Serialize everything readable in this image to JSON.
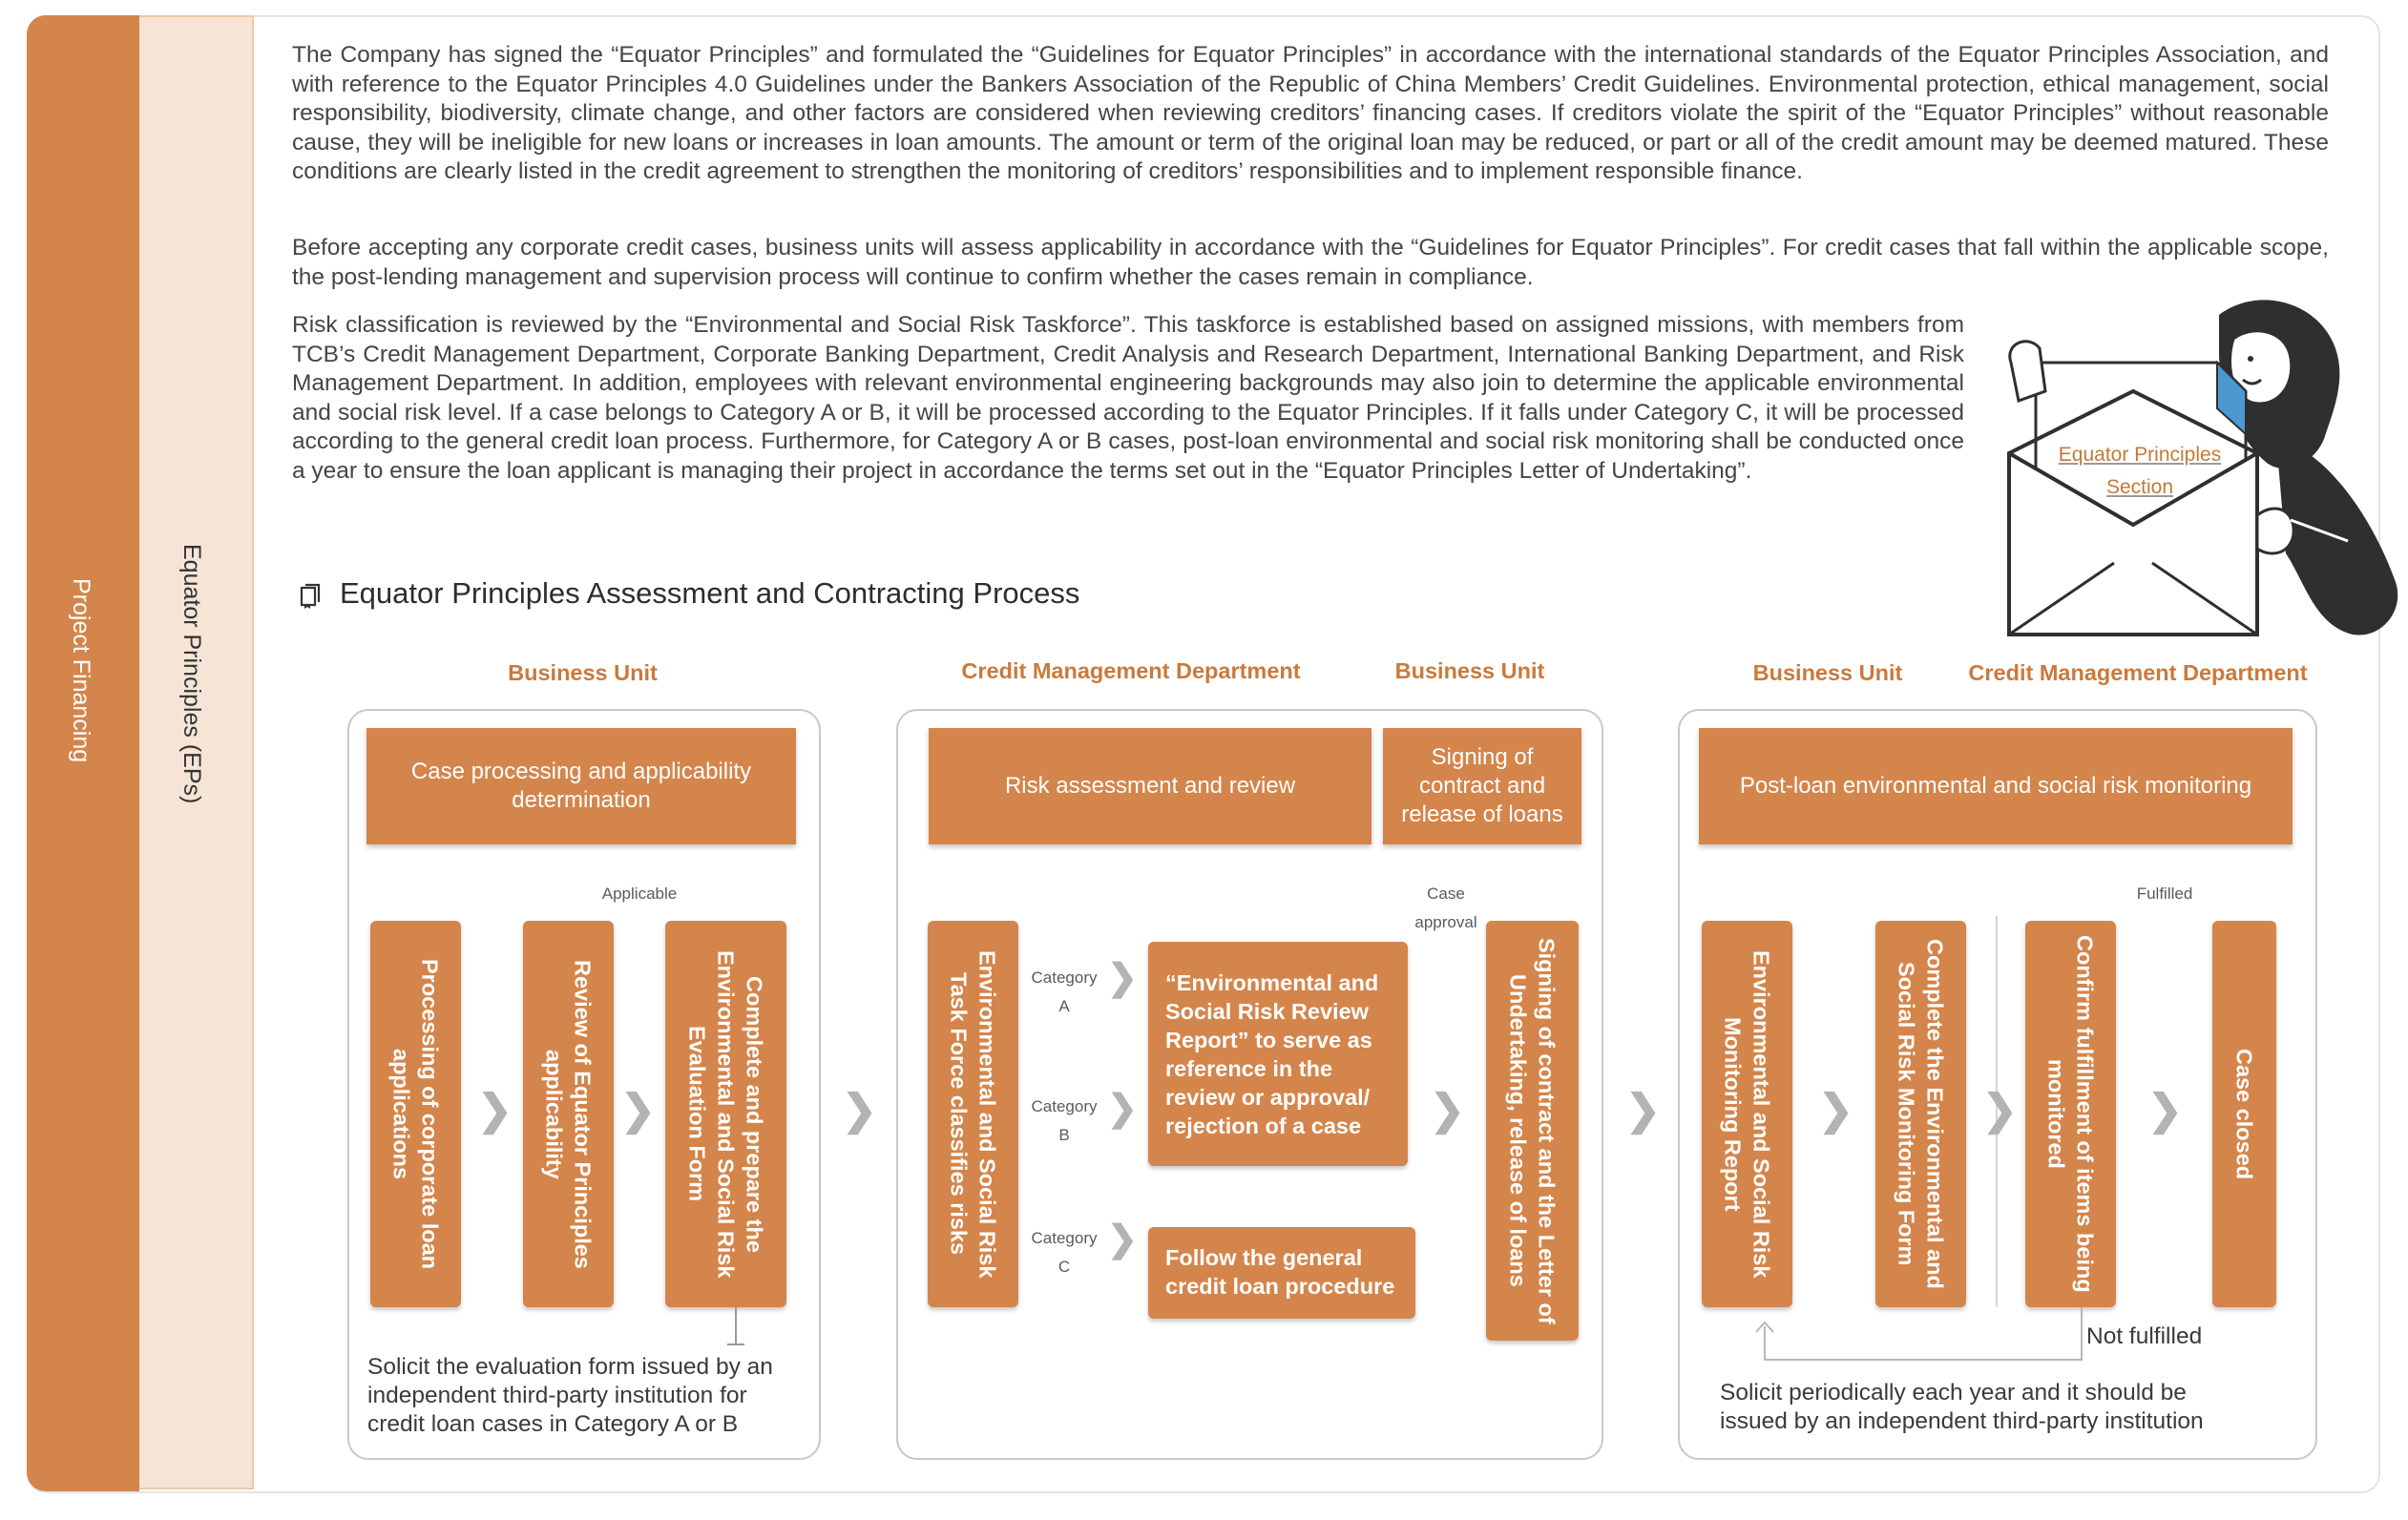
{
  "sidebar": {
    "main_label": "Project Financing",
    "sub_label": "Equator Principles (EPs)"
  },
  "paragraphs": {
    "p1": "The Company has signed the “Equator Principles” and formulated the “Guidelines for Equator Principles” in accordance with the international standards of the Equator Principles Association, and with reference to the Equator Principles 4.0 Guidelines under the Bankers Association of the Republic of China Members’ Credit Guidelines. Environmental protection, ethical management, social responsibility, biodiversity, climate change, and other factors are considered when reviewing creditors’ financing cases. If creditors violate the spirit of the “Equator Principles” without reasonable cause, they will be ineligible for new loans or increases in loan amounts. The amount or term of the original loan may be reduced, or part or all of the credit amount may be deemed matured. These conditions are clearly listed in the credit agreement to strengthen the monitoring of creditors’ responsibilities and to implement responsible finance.",
    "p2": "Before accepting any corporate credit cases, business units will assess applicability in accordance with the “Guidelines for Equator Principles”. For credit cases that fall within the applicable scope, the post-lending management and supervision process will continue to confirm whether the cases remain in compliance.",
    "p3": "Risk classification is reviewed by the “Environmental and Social Risk Taskforce”. This taskforce is established based on assigned missions, with members from TCB’s Credit Management Department, Corporate Banking Department, Credit Analysis and Research Department, International Banking Department, and Risk Management Department. In addition, employees with relevant environmental engineering backgrounds may also join to determine the applicable environmental and social risk level. If a case belongs to Category A or B, it will be processed according to the Equator Principles. If it falls under Category C, it will be processed according to the general credit loan process. Furthermore, for Category A or B cases, post-loan environmental and social risk monitoring shall be conducted once a year to ensure the loan applicant is managing their project in accordance the terms set out in the “Equator Principles Letter of Undertaking”."
  },
  "illustration": {
    "envelope_line1": "Equator Principles",
    "envelope_line2": "Section"
  },
  "section": {
    "title": "Equator Principles Assessment and Contracting Process",
    "icon": "book-icon"
  },
  "panel1": {
    "unit_label": "Business Unit",
    "header": "Case processing and applicability determination",
    "steps": [
      "Processing of corporate loan applications",
      "Review of Equator Principles applicability",
      "Complete and prepare the Environmental and Social Risk Evaluation Form"
    ],
    "applicable_label": "Applicable",
    "note": "Solicit the evaluation form issued by an independent third-party institution for credit loan cases in Category A or B"
  },
  "panel2": {
    "unit_label_credit": "Credit Management Department",
    "unit_label_business": "Business Unit",
    "header_risk": "Risk assessment and review",
    "header_sign": "Signing of contract and release of loans",
    "taskforce": "Environmental and Social Risk Task Force classifies risks",
    "cat_a_1": "Category",
    "cat_a_2": "A",
    "cat_b_1": "Category",
    "cat_b_2": "B",
    "cat_c_1": "Category",
    "cat_c_2": "C",
    "report_box": "“Environmental and Social Risk Review Report” to serve as reference in the review or approval/ rejection of a case",
    "general_box": "Follow the general credit loan procedure",
    "case_approval_1": "Case",
    "case_approval_2": "approval",
    "signing_step": "Signing of contract and the Letter of Undertaking, release of loans"
  },
  "panel3": {
    "unit_label_business": "Business Unit",
    "unit_label_credit": "Credit Management Department",
    "header": "Post-loan environmental and social risk monitoring",
    "steps": [
      "Environmental and Social Risk Monitoring Report",
      "Complete the Environmental and Social Risk Monitoring Form",
      "Confirm fulfillment of items being monitored",
      "Case closed"
    ],
    "fulfilled_label": "Fulfilled",
    "not_fulfilled_label": "Not fulfilled",
    "note": "Solicit periodically each year and it should be issued by an independent third-party institution"
  },
  "colors": {
    "accent": "#d4854b",
    "accent_text": "#c97a3c",
    "sidebar_light": "#f6e5d6"
  }
}
